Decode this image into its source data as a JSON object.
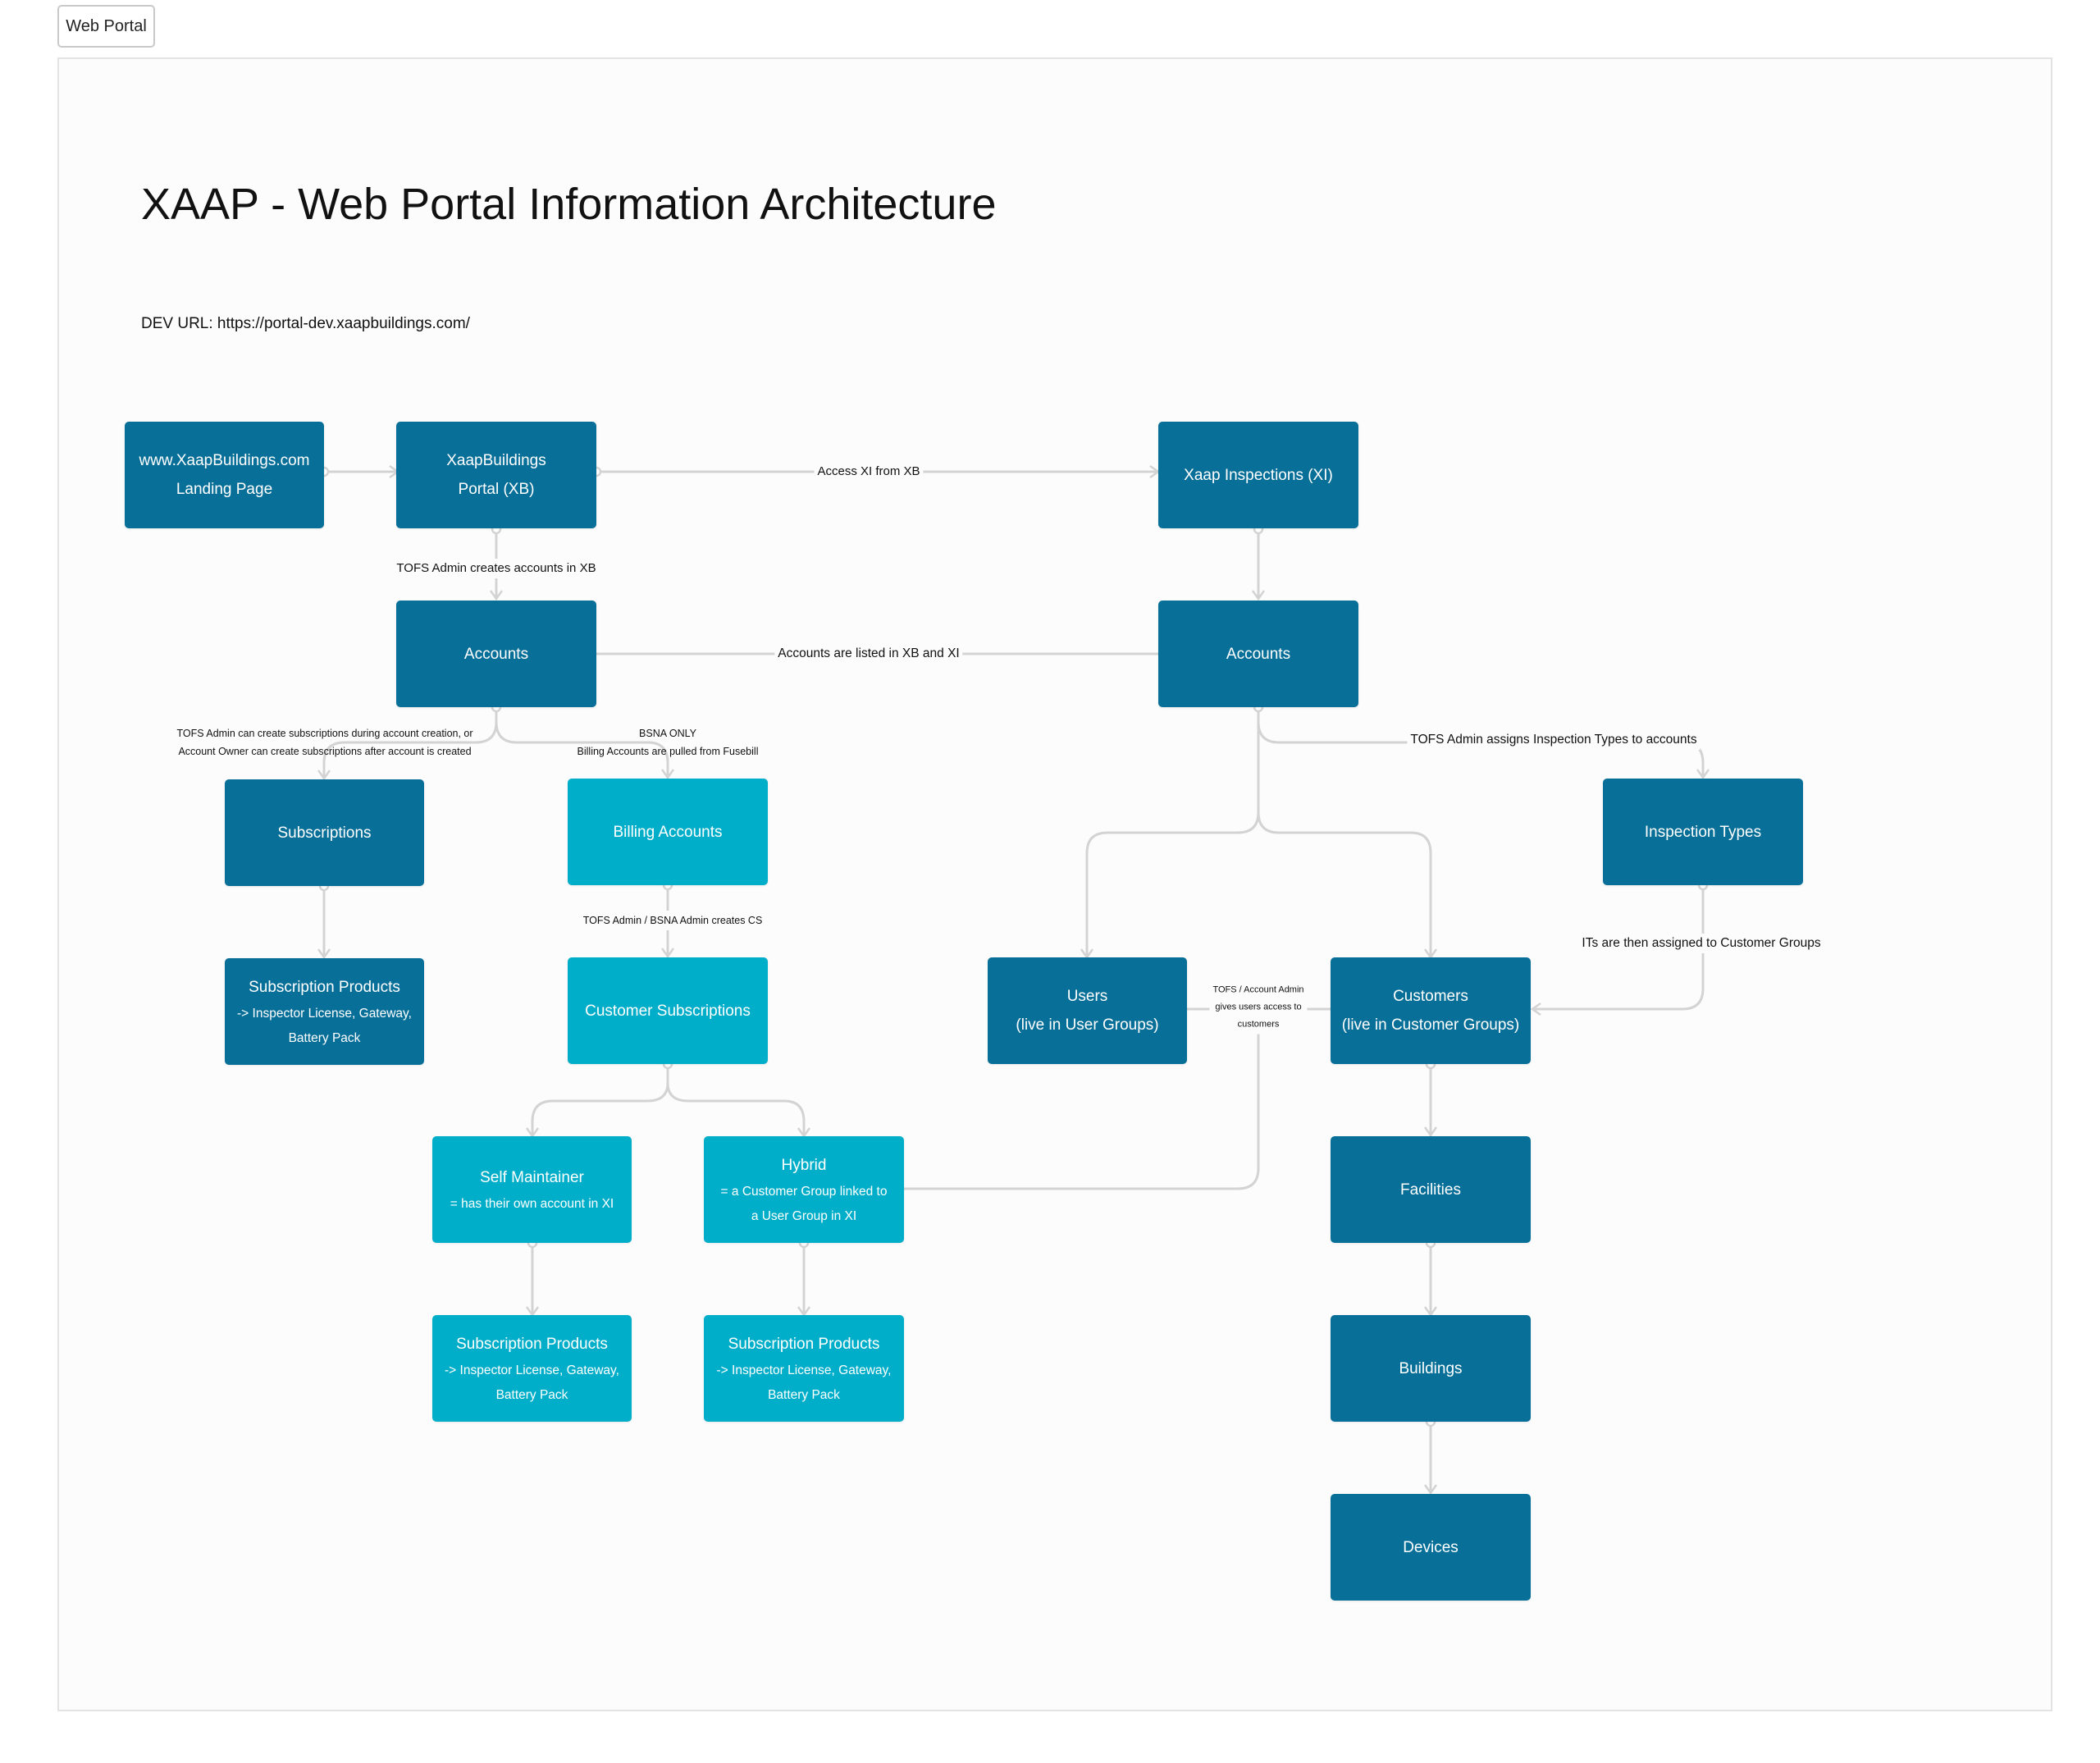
{
  "tab": {
    "label": "Web Portal"
  },
  "title": "XAAP - Web Portal Information Architecture",
  "dev_url": "DEV URL: https://portal-dev.xaapbuildings.com/",
  "colors": {
    "dark_node": "#086f98",
    "light_node": "#00aec9",
    "connector": "#d3d3d3"
  },
  "nodes": {
    "landing": [
      "www.XaapBuildings.com",
      "Landing Page"
    ],
    "xb_portal": [
      "XaapBuildings",
      "Portal (XB)"
    ],
    "xi": [
      "Xaap Inspections (XI)"
    ],
    "xb_accounts": [
      "Accounts"
    ],
    "xi_accounts": [
      "Accounts"
    ],
    "subscriptions": [
      "Subscriptions"
    ],
    "billing_accounts": [
      "Billing Accounts"
    ],
    "inspection_types": [
      "Inspection Types"
    ],
    "subscription_products": [
      "Subscription Products",
      "-> Inspector License, Gateway,",
      "Battery Pack"
    ],
    "customer_subscriptions": [
      "Customer Subscriptions"
    ],
    "users": [
      "Users",
      "(live in User Groups)"
    ],
    "customers": [
      "Customers",
      "(live in Customer Groups)"
    ],
    "self_maintainer": [
      "Self Maintainer",
      "= has their own account in XI"
    ],
    "hybrid": [
      "Hybrid",
      "= a Customer Group linked to",
      "a User Group in XI"
    ],
    "facilities": [
      "Facilities"
    ],
    "sm_products": [
      "Subscription Products",
      "-> Inspector License, Gateway,",
      "Battery Pack"
    ],
    "hy_products": [
      "Subscription Products",
      "-> Inspector License, Gateway,",
      "Battery Pack"
    ],
    "buildings": [
      "Buildings"
    ],
    "devices": [
      "Devices"
    ]
  },
  "edge_labels": {
    "access_xi": "Access XI from XB",
    "tofs_creates": "TOFS Admin creates accounts in XB",
    "accounts_listed": "Accounts are listed in XB and XI",
    "subs_note": [
      "TOFS Admin can create subscriptions during account creation, or",
      "Account Owner can create subscriptions after account is created"
    ],
    "billing_note": [
      "BSNA ONLY",
      "Billing Accounts are pulled from Fusebill"
    ],
    "assigns_types": "TOFS Admin assigns Inspection Types to accounts",
    "creates_cs": "TOFS Admin / BSNA Admin creates CS",
    "its_assigned": "ITs are then assigned to Customer Groups",
    "gives_access": [
      "TOFS / Account Admin",
      "gives users access to",
      "customers"
    ]
  }
}
